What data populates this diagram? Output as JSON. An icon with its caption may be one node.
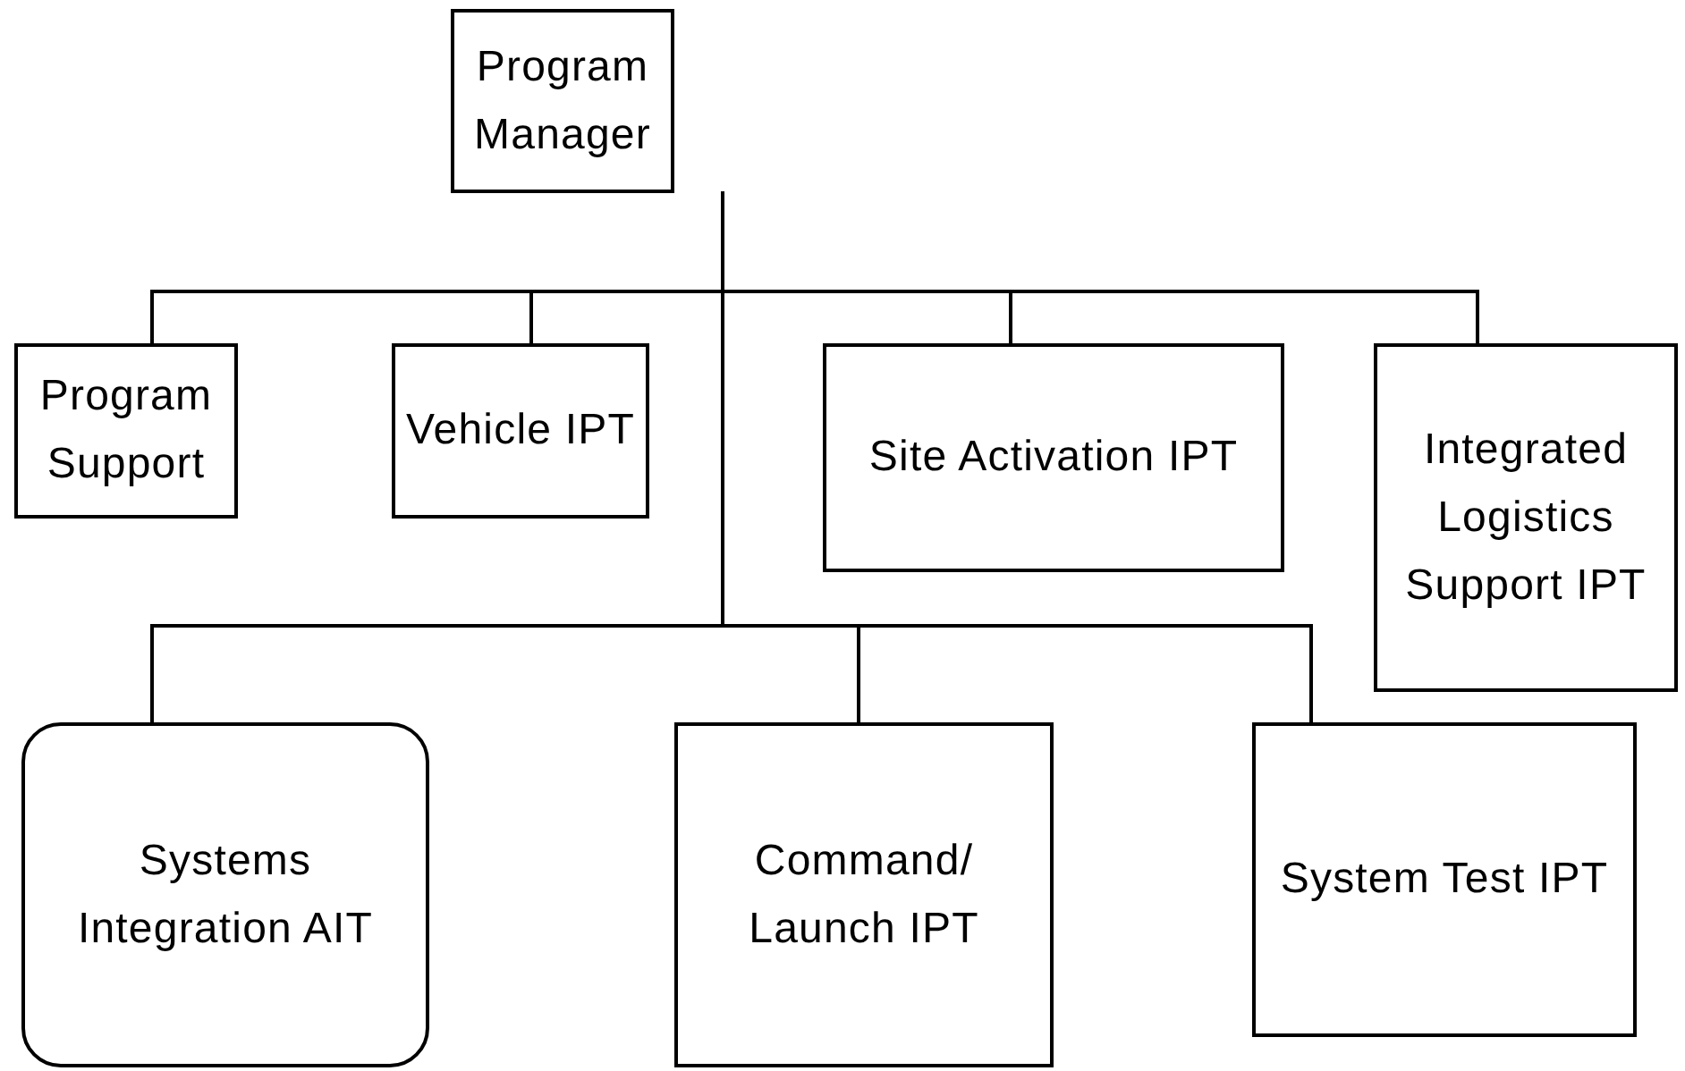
{
  "diagram": {
    "nodes": [
      {
        "text": [
          "Program Manager"
        ]
      },
      {
        "text": [
          "Program Support"
        ]
      },
      {
        "text": [
          "Vehicle IPT"
        ]
      },
      {
        "text": [
          "Site Activation IPT"
        ]
      },
      {
        "text": [
          "Integrated Logistics Support IPT"
        ]
      },
      {
        "text": [
          "Systems Integration AIT"
        ]
      },
      {
        "text": [
          "Command/ Launch IPT"
        ]
      },
      {
        "text": [
          "System Test IPT"
        ]
      }
    ],
    "edges": [
      {
        "from": 0,
        "to": 1,
        "arrow": "none"
      },
      {
        "from": 0,
        "to": 2,
        "arrow": "none"
      },
      {
        "from": 0,
        "to": 3,
        "arrow": "none"
      },
      {
        "from": 0,
        "to": 4,
        "arrow": "none"
      },
      {
        "from": 0,
        "to": 5,
        "arrow": "none"
      },
      {
        "from": 0,
        "to": 6,
        "arrow": "none"
      },
      {
        "from": 0,
        "to": 7,
        "arrow": "none"
      }
    ]
  }
}
